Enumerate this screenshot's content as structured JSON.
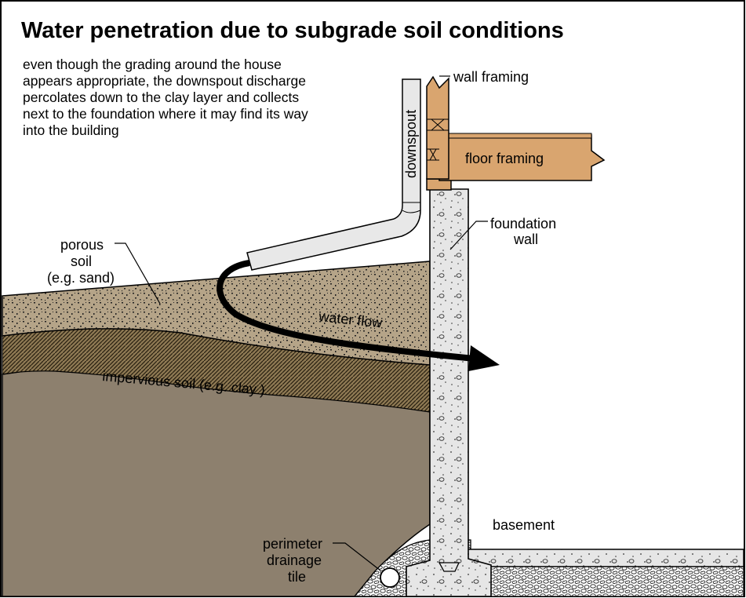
{
  "title": "Water penetration due to subgrade soil conditions",
  "description_lines": [
    "even though the grading around the house",
    "appears appropriate, the downspout discharge",
    "percolates down to the clay layer and collects",
    "next to the foundation where it may find its way",
    "into the building"
  ],
  "labels": {
    "wall_framing": "wall framing",
    "floor_framing": "floor framing",
    "downspout": "downspout",
    "foundation_wall": [
      "foundation",
      "wall"
    ],
    "porous_soil": [
      "porous",
      "soil",
      "(e.g. sand)"
    ],
    "water_flow": "water flow",
    "impervious_soil": "impervious soil (e.g. clay  )",
    "basement": "basement",
    "drainage_tile": [
      "perimeter",
      "drainage",
      "tile"
    ]
  },
  "colors": {
    "sand": "#b5a488",
    "clay_band": "#8f7a54",
    "clay": "#8d806e",
    "wood": "#d9a56f",
    "concrete": "#e6e6e6",
    "downspout": "#e8e8e8",
    "water_arrow": "#000000"
  }
}
